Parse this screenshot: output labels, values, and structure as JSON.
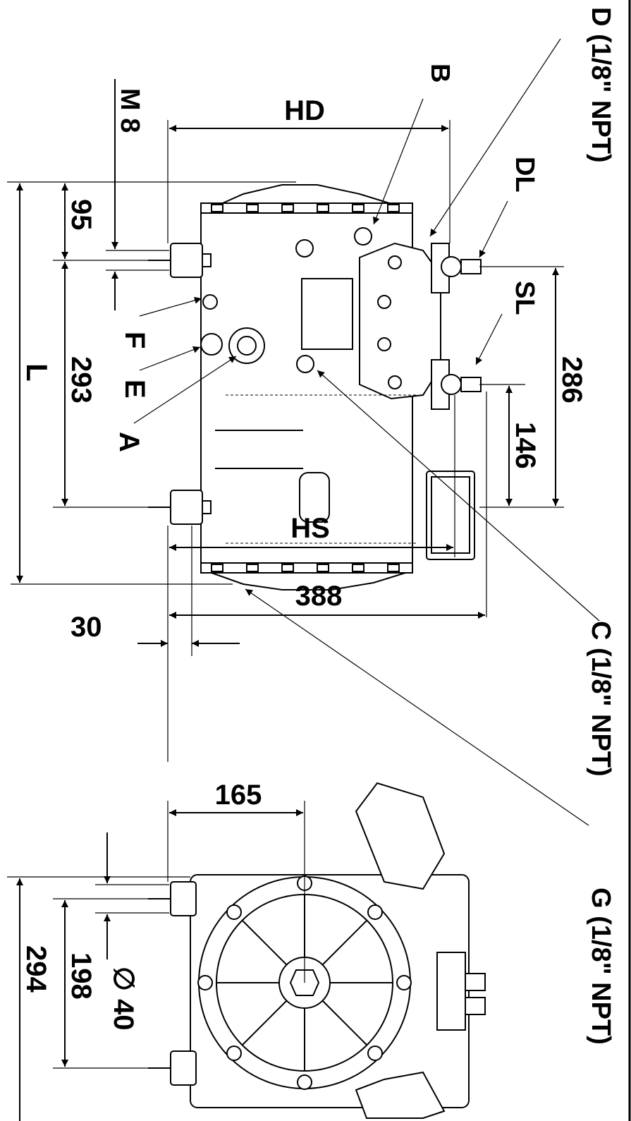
{
  "labels": {
    "hd": "HD",
    "m8": "M 8",
    "b": "B",
    "d": "D (1/8\" NPT)",
    "dl": "DL",
    "sl": "SL",
    "dim_286": "286",
    "dim_146": "146",
    "dim_95": "95",
    "dim_293": "293",
    "l": "L",
    "f": "F",
    "e": "E",
    "a": "A",
    "dim_30": "30",
    "c": "C (1/8\" NPT)",
    "hs": "HS",
    "dim_388": "388",
    "dim_165": "165",
    "g": "G (1/8\" NPT)",
    "dim_294": "294",
    "dim_198": "198",
    "dia_40": "∅ 40"
  }
}
